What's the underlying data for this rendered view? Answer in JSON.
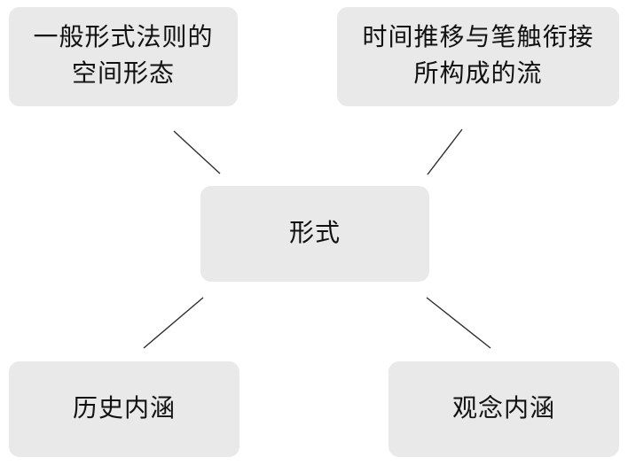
{
  "diagram": {
    "center": {
      "label": "形式"
    },
    "top_left": {
      "line1": "一般形式法则的",
      "line2": "空间形态"
    },
    "top_right": {
      "line1": "时间推移与笔触衔接",
      "line2": "所构成的流"
    },
    "bottom_left": {
      "label": "历史内涵"
    },
    "bottom_right": {
      "label": "观念内涵"
    },
    "colors": {
      "node_background": "#e9e9e9",
      "connector_line": "#2e2e2e",
      "text": "#111111",
      "page_background": "#ffffff"
    }
  }
}
